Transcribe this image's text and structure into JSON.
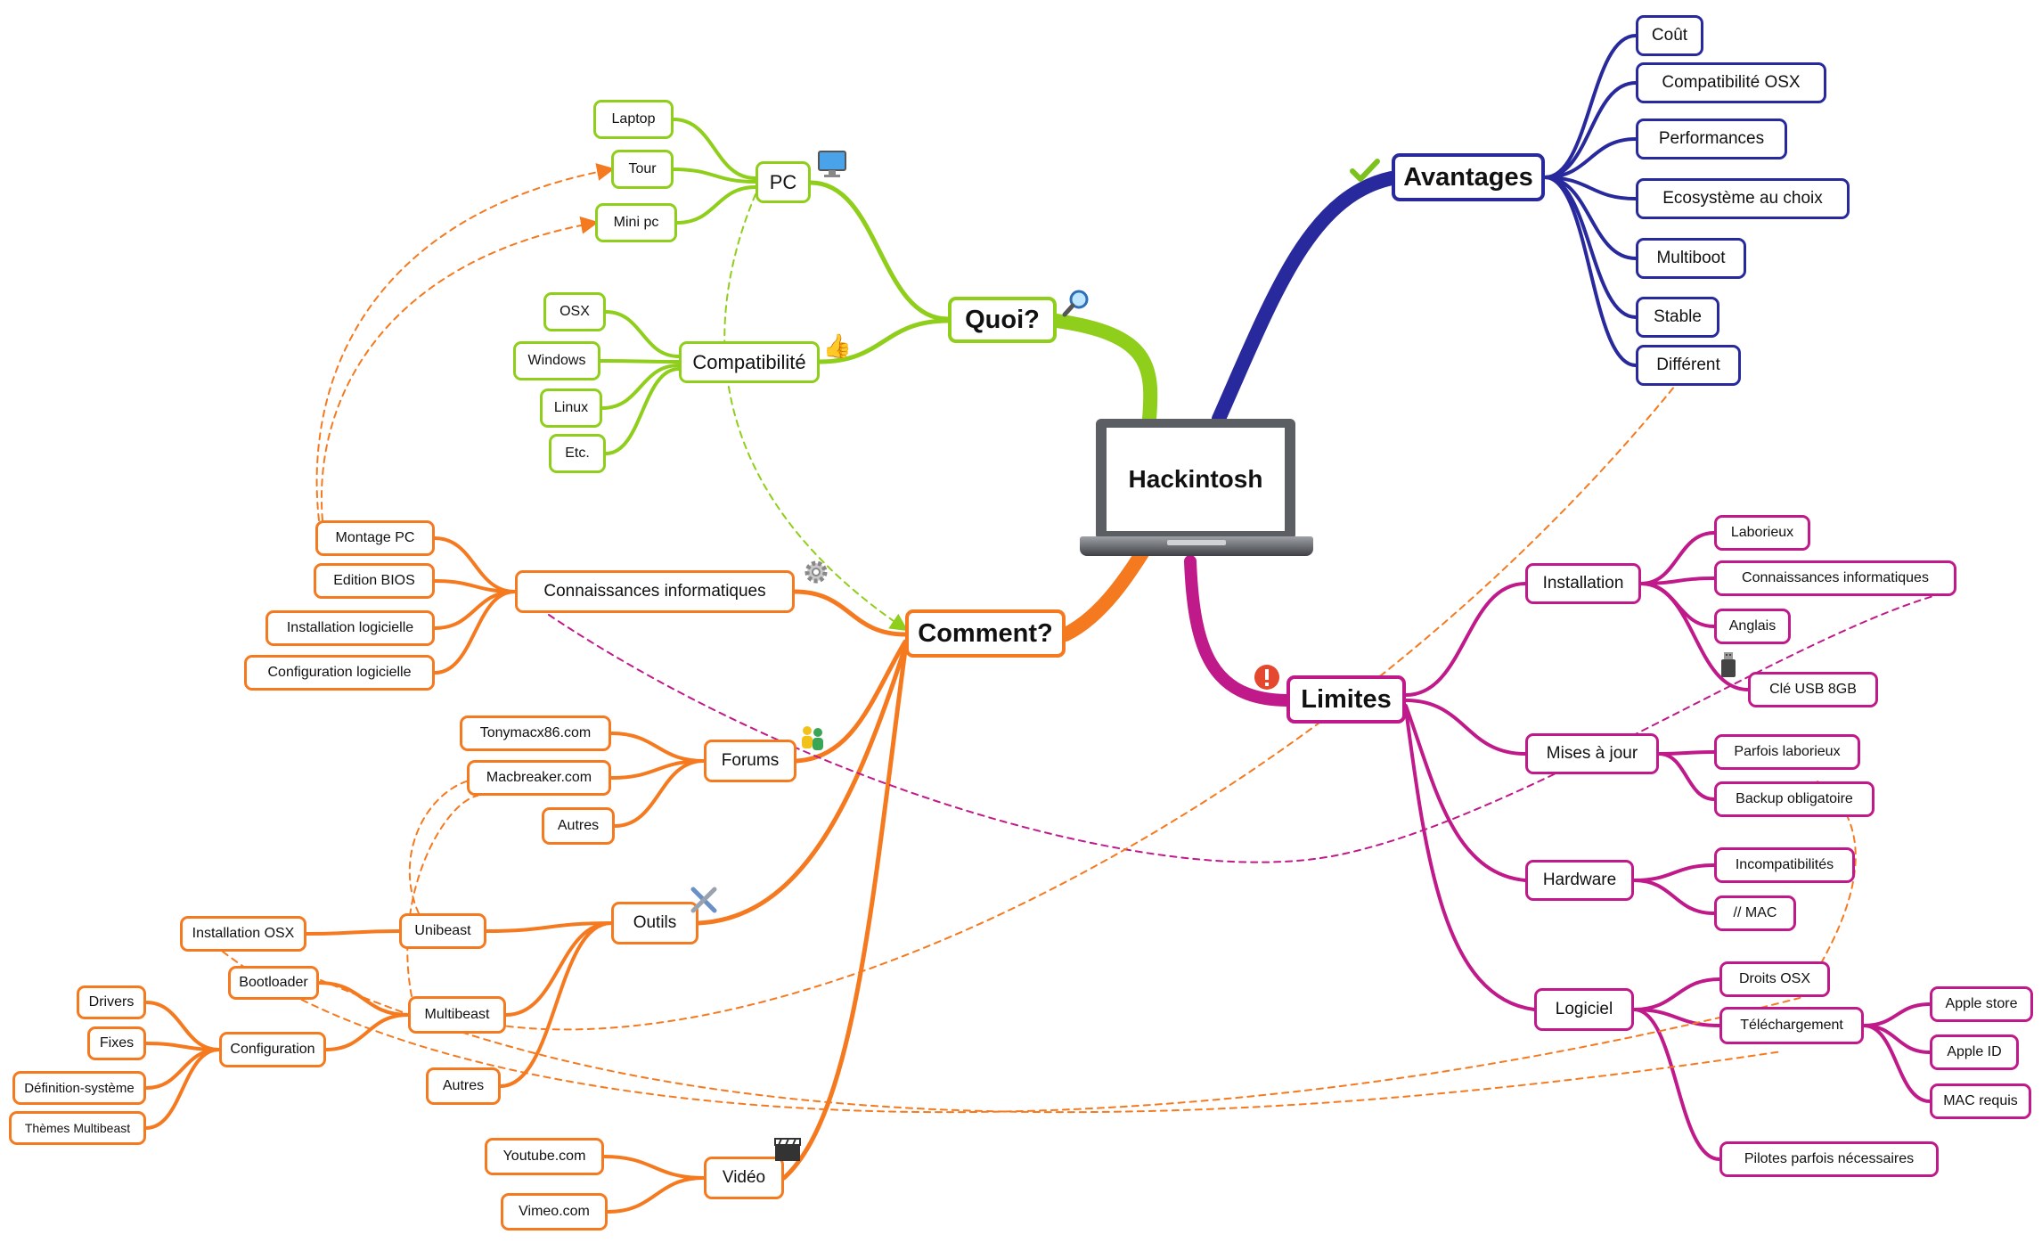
{
  "map": {
    "center": "Hackintosh",
    "quoi": {
      "title": "Quoi?",
      "pc": {
        "label": "PC",
        "items": [
          "Laptop",
          "Tour",
          "Mini pc"
        ]
      },
      "compat": {
        "label": "Compatibilité",
        "items": [
          "OSX",
          "Windows",
          "Linux",
          "Etc."
        ]
      }
    },
    "comment": {
      "title": "Comment?",
      "connaissances": {
        "label": "Connaissances informatiques",
        "items": [
          "Montage PC",
          "Edition BIOS",
          "Installation logicielle",
          "Configuration logicielle"
        ]
      },
      "forums": {
        "label": "Forums",
        "items": [
          "Tonymacx86.com",
          "Macbreaker.com",
          "Autres"
        ]
      },
      "outils": {
        "label": "Outils",
        "unibeast": {
          "label": "Unibeast",
          "child": "Installation OSX"
        },
        "multibeast": {
          "label": "Multibeast",
          "bootloader": "Bootloader",
          "configuration": {
            "label": "Configuration",
            "items": [
              "Drivers",
              "Fixes",
              "Définition-système",
              "Thèmes Multibeast"
            ]
          }
        },
        "autres": "Autres"
      },
      "video": {
        "label": "Vidéo",
        "items": [
          "Youtube.com",
          "Vimeo.com"
        ]
      }
    },
    "avantages": {
      "title": "Avantages",
      "items": [
        "Coût",
        "Compatibilité OSX",
        "Performances",
        "Ecosystème au choix",
        "Multiboot",
        "Stable",
        "Différent"
      ]
    },
    "limites": {
      "title": "Limites",
      "installation": {
        "label": "Installation",
        "items": [
          "Laborieux",
          "Connaissances informatiques",
          "Anglais",
          "Clé USB 8GB"
        ]
      },
      "mises": {
        "label": "Mises à jour",
        "items": [
          "Parfois laborieux",
          "Backup obligatoire"
        ]
      },
      "hardware": {
        "label": "Hardware",
        "items": [
          "Incompatibilités",
          "// MAC"
        ]
      },
      "logiciel": {
        "label": "Logiciel",
        "droits": "Droits OSX",
        "telechargement": {
          "label": "Téléchargement",
          "items": [
            "Apple store",
            "Apple ID",
            "MAC requis"
          ]
        },
        "pilotes": "Pilotes parfois nécessaires"
      }
    }
  },
  "colors": {
    "quoi": "#8fce1a",
    "comment": "#f57a1f",
    "avantages": "#27299c",
    "limites": "#c01a8a"
  },
  "icons": {
    "quoi": "magnifier-icon",
    "pc": "monitor-icon",
    "compatibilite": "thumbs-up-icon",
    "connaissances": "gear-icon",
    "forums": "people-icon",
    "outils": "tools-icon",
    "video": "clapperboard-icon",
    "avantages": "checkmark-icon",
    "limites": "warning-icon",
    "cle_usb": "usb-key-icon",
    "center": "laptop-icon"
  }
}
